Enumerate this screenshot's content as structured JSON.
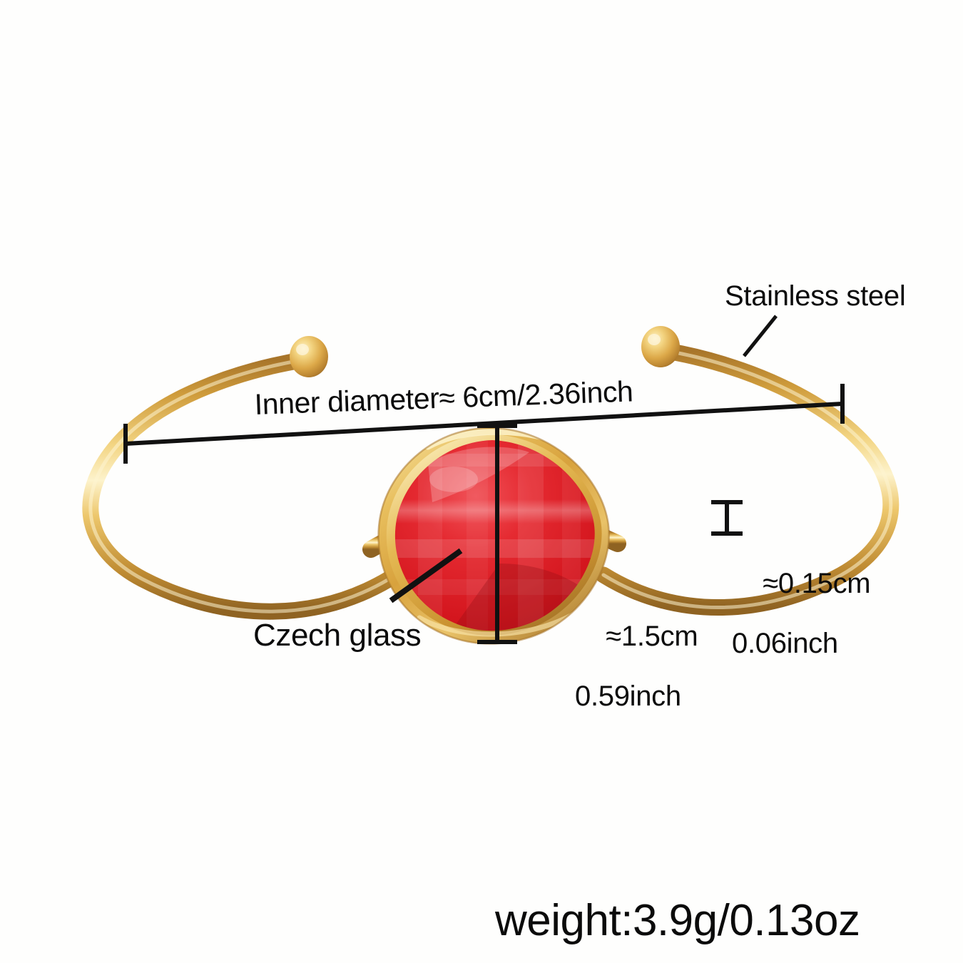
{
  "product": {
    "type": "open cuff bangle bracelet",
    "background_color": "#fefefd"
  },
  "colors": {
    "gold_light": "#f6d98a",
    "gold_mid": "#e0ad49",
    "gold_dark": "#a9762a",
    "gold_highlight": "#fdf1c4",
    "stone_red": "#e01f28",
    "stone_red_deep": "#b3141c",
    "stone_red_light": "#f4565c",
    "annotation": "#0b0b0b"
  },
  "annotations": {
    "material_wire": {
      "label": "Stainless steel",
      "icon": "leader-line-icon"
    },
    "inner_diameter": {
      "label": "Inner diameter≈ 6cm/2.36inch",
      "value_cm": "6cm",
      "value_inch": "2.36inch",
      "icon": "dimension-line-icon"
    },
    "stone_material": {
      "label": "Czech glass",
      "icon": "leader-line-icon"
    },
    "stone_size": {
      "line1": "≈1.5cm",
      "line2": "0.59inch",
      "icon": "dimension-line-icon"
    },
    "wire_thickness": {
      "line1": "≈0.15cm",
      "line2": "0.06inch",
      "icon": "caliper-mark-icon"
    },
    "weight": {
      "label": "weight:3.9g/0.13oz",
      "value_g": "3.9g",
      "value_oz": "0.13oz"
    }
  }
}
